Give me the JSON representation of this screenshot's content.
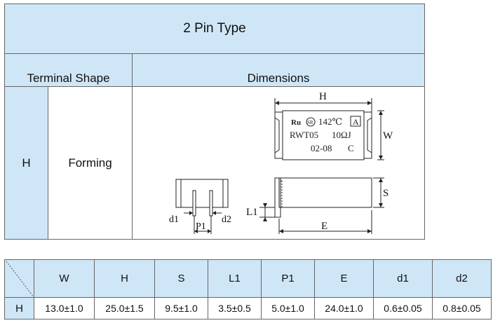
{
  "header": {
    "title": "2 Pin Type"
  },
  "columns": {
    "terminal_shape": "Terminal Shape",
    "dimensions": "Dimensions"
  },
  "row": {
    "code": "H",
    "shape": "Forming"
  },
  "drawing": {
    "label_H": "H",
    "label_W": "W",
    "label_S": "S",
    "label_L1": "L1",
    "label_E": "E",
    "label_P1": "P1",
    "label_d1": "d1",
    "label_d2": "d2",
    "marking_temp": "142℃",
    "marking_box": "A",
    "marking_model": "RWT05",
    "marking_res": "10ΩJ",
    "marking_date": "02-08",
    "marking_c": "C",
    "cert_mark_1": "Ru",
    "cert_mark_2": "SR"
  },
  "spec_table": {
    "headers": [
      "W",
      "H",
      "S",
      "L1",
      "P1",
      "E",
      "d1",
      "d2"
    ],
    "row_label": "H",
    "values": [
      "13.0±1.0",
      "25.0±1.5",
      "9.5±1.0",
      "3.5±0.5",
      "5.0±1.0",
      "24.0±1.0",
      "0.6±0.05",
      "0.8±0.05"
    ]
  }
}
